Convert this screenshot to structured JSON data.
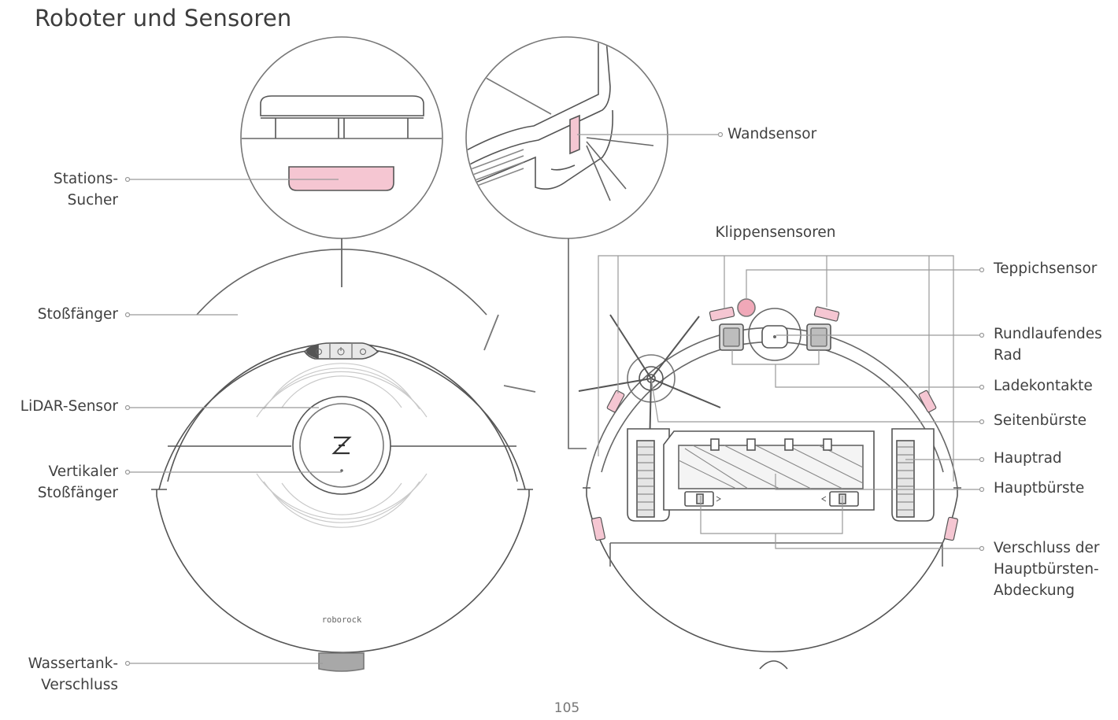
{
  "title": "Roboter und Sensoren",
  "page_number": "105",
  "colors": {
    "line": "#555555",
    "leader": "#9a9a9a",
    "sensor_highlight": "#f0a8b8",
    "sensor_fill": "#f5c6d2",
    "latch": "#a8a8a8"
  },
  "brand_logo": "roborock",
  "labels_left": {
    "stations_sucher": [
      "Stations-",
      "Sucher"
    ],
    "stossfaenger": [
      "Stoßfänger"
    ],
    "lidar": [
      "LiDAR-Sensor"
    ],
    "vertikaler_stossfaenger": [
      "Vertikaler",
      "Stoßfänger"
    ],
    "wassertank": [
      "Wassertank-",
      "Verschluss"
    ]
  },
  "labels_top": {
    "wandsensor": [
      "Wandsensor"
    ],
    "klippensensoren": [
      "Klippensensoren"
    ]
  },
  "labels_right": {
    "teppichsensor": [
      "Teppichsensor"
    ],
    "rundlaufendes_rad": [
      "Rundlaufendes",
      "Rad"
    ],
    "ladekontakte": [
      "Ladekontakte"
    ],
    "seitenbuerste": [
      "Seitenbürste"
    ],
    "hauptrad": [
      "Hauptrad"
    ],
    "hauptbuerste": [
      "Hauptbürste"
    ],
    "verschluss": [
      "Verschluss der",
      "Hauptbürsten-",
      "Abdeckung"
    ]
  }
}
